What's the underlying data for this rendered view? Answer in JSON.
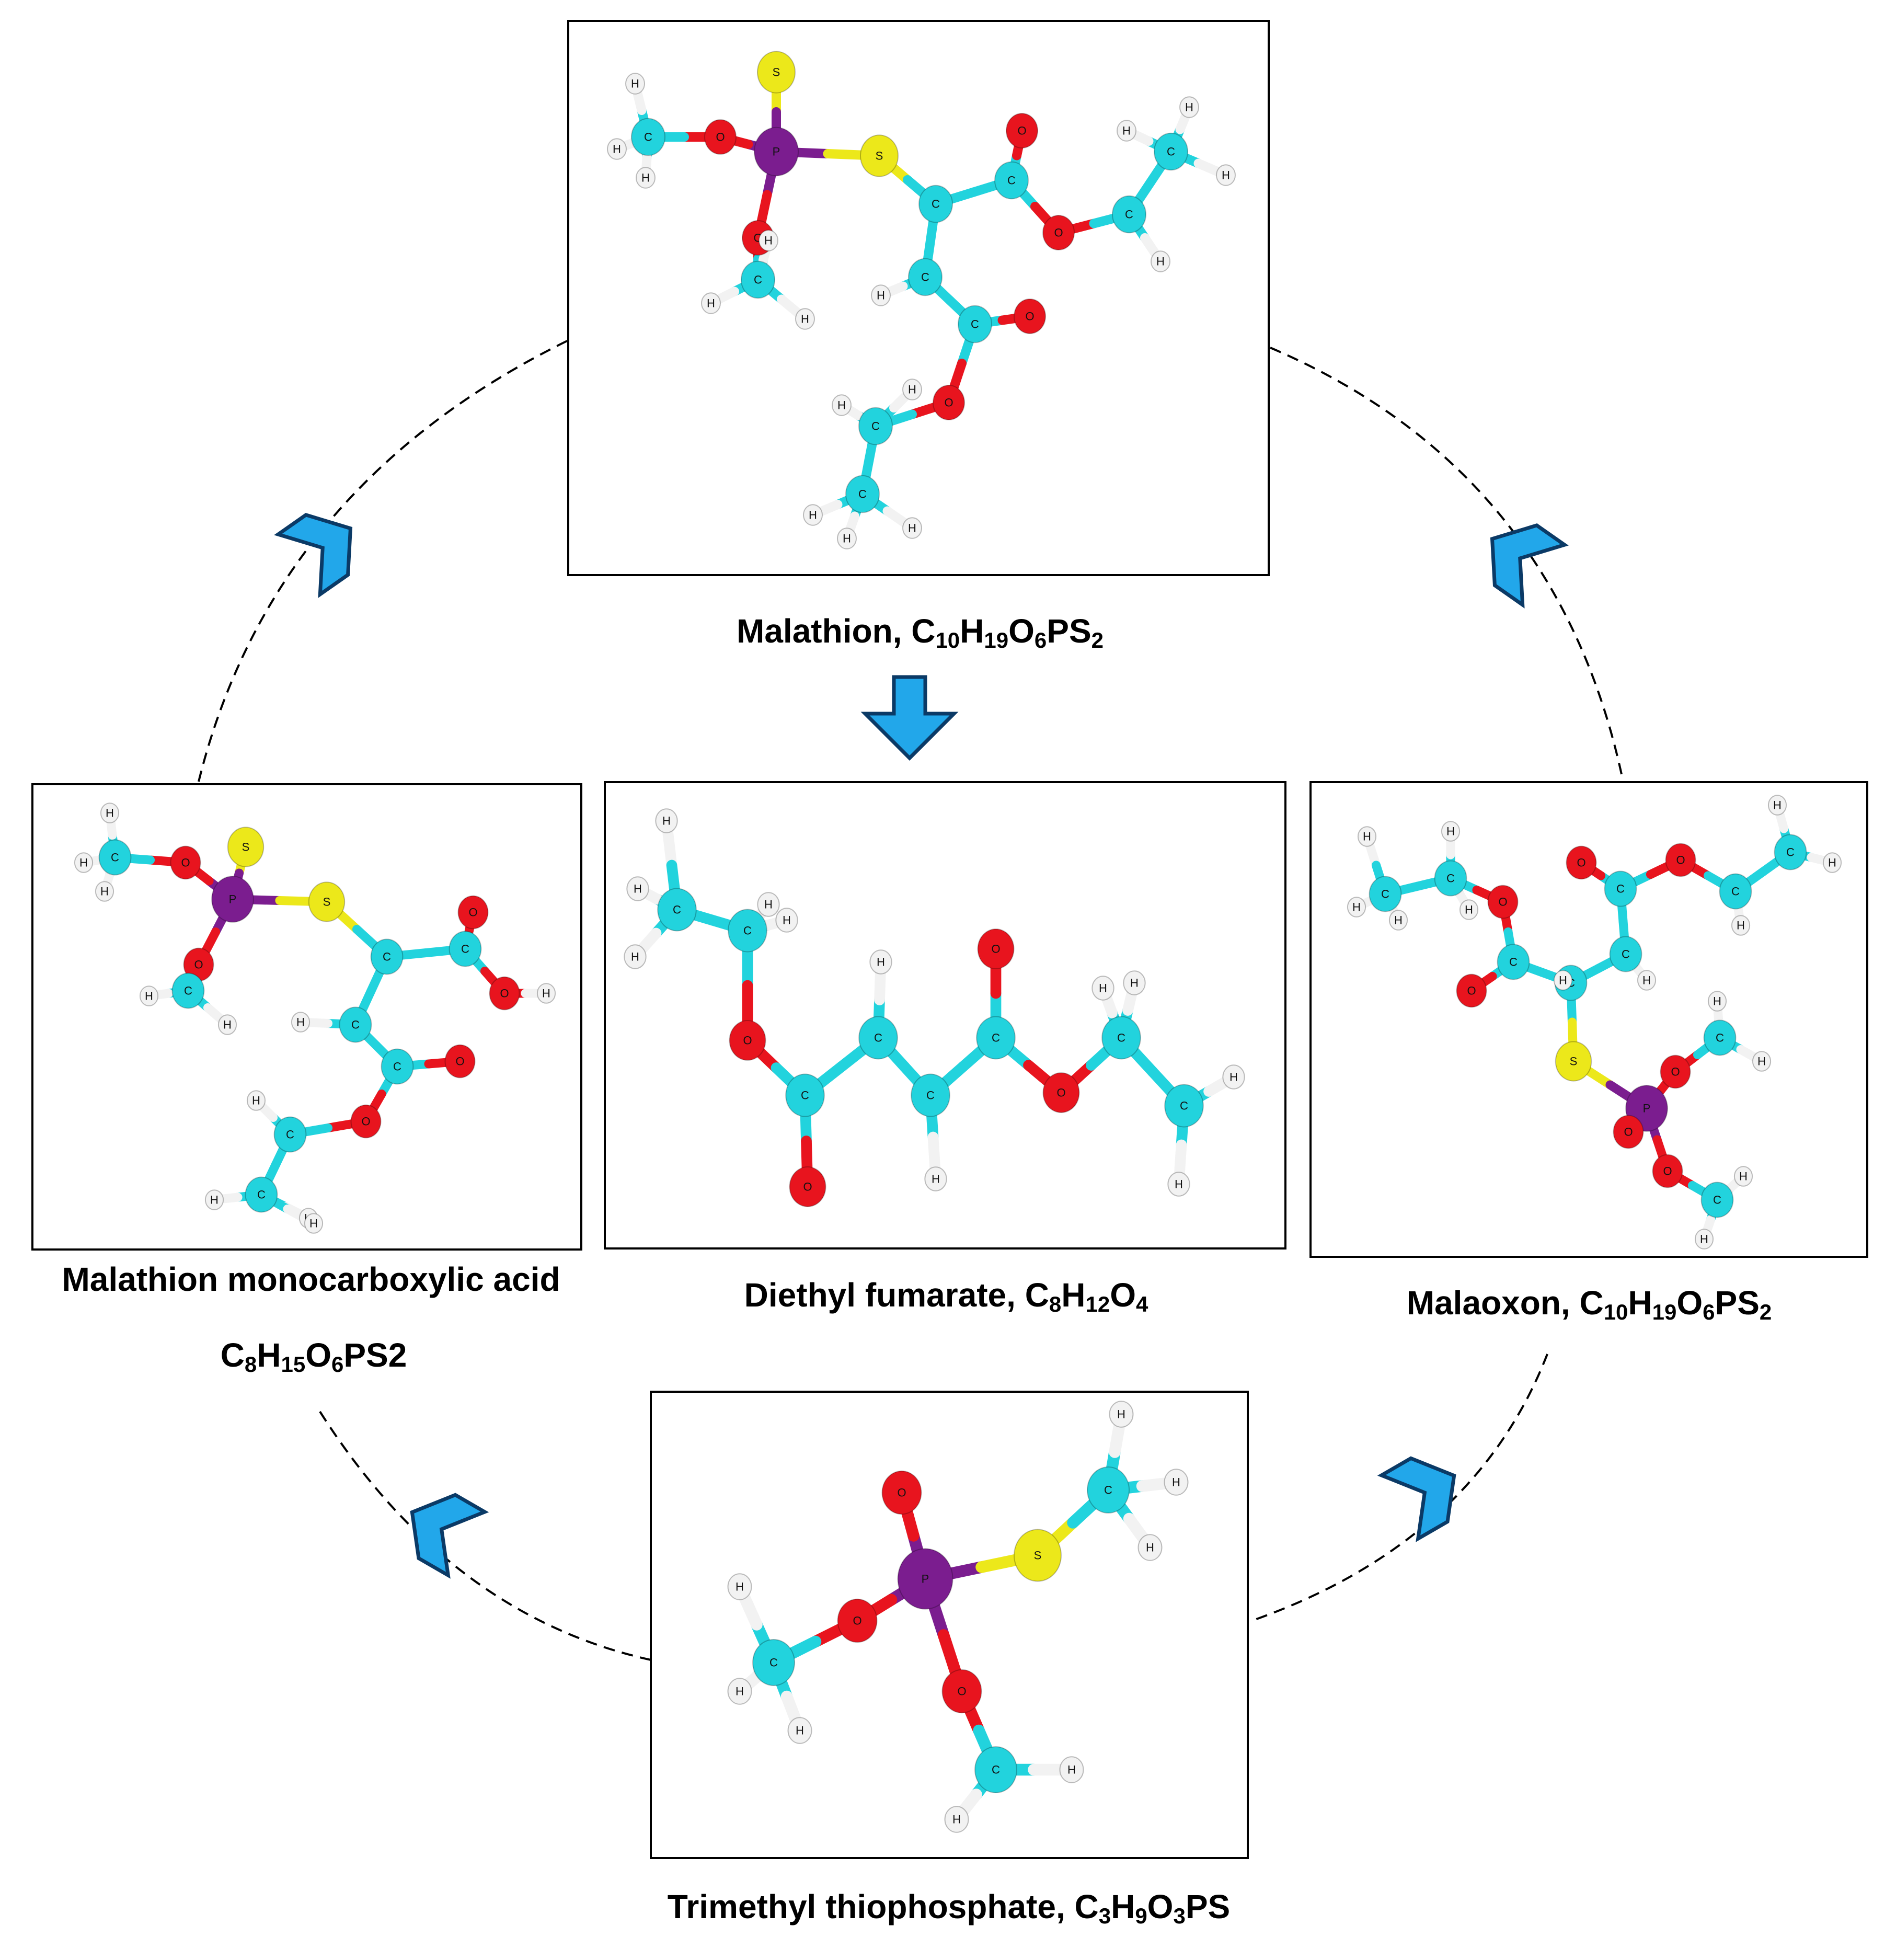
{
  "compounds": {
    "malathion": {
      "name": "Malathion",
      "formula": [
        [
          "C",
          ""
        ],
        [
          "10",
          "sub"
        ],
        [
          "H",
          ""
        ],
        [
          "19",
          "sub"
        ],
        [
          "O",
          ""
        ],
        [
          "6",
          "sub"
        ],
        [
          "PS",
          ""
        ],
        [
          "2",
          "sub"
        ]
      ]
    },
    "mca": {
      "name": "Malathion monocarboxylic acid",
      "formula": [
        [
          "C",
          ""
        ],
        [
          "8",
          "sub"
        ],
        [
          "H",
          ""
        ],
        [
          "15",
          "sub"
        ],
        [
          "O",
          ""
        ],
        [
          "6",
          "sub"
        ],
        [
          "PS2",
          ""
        ]
      ]
    },
    "fumarate": {
      "name": "Diethyl fumarate",
      "formula": [
        [
          "C",
          ""
        ],
        [
          "8",
          "sub"
        ],
        [
          "H",
          ""
        ],
        [
          "12",
          "sub"
        ],
        [
          "O",
          ""
        ],
        [
          "4",
          "sub"
        ]
      ]
    },
    "malaoxon": {
      "name": "Malaoxon",
      "formula": [
        [
          "C",
          ""
        ],
        [
          "10",
          "sub"
        ],
        [
          "H",
          ""
        ],
        [
          "19",
          "sub"
        ],
        [
          "O",
          ""
        ],
        [
          "6",
          "sub"
        ],
        [
          "PS",
          ""
        ],
        [
          "2",
          "sub"
        ]
      ]
    },
    "trimethyl": {
      "name": "Trimethyl thiophosphate",
      "formula": [
        [
          "C",
          ""
        ],
        [
          "3",
          "sub"
        ],
        [
          "H",
          ""
        ],
        [
          "9",
          "sub"
        ],
        [
          "O",
          ""
        ],
        [
          "3",
          "sub"
        ],
        [
          "PS",
          ""
        ]
      ]
    }
  },
  "atom_letters": {
    "C": "C",
    "H": "H",
    "O": "O",
    "S": "S",
    "P": "P"
  },
  "colors": {
    "carbon": "#22d3dd",
    "hydrogen": "#f2f2f2",
    "oxygen": "#e8141e",
    "sulfur": "#ece81a",
    "phosphorus": "#7b1d8f",
    "arrow": "#22a7ea",
    "arrow_outline": "#0b3a66",
    "frame": "#000000",
    "path": "#000000"
  },
  "icons": [
    "chevron-arrow-icon",
    "down-arrow-icon"
  ]
}
